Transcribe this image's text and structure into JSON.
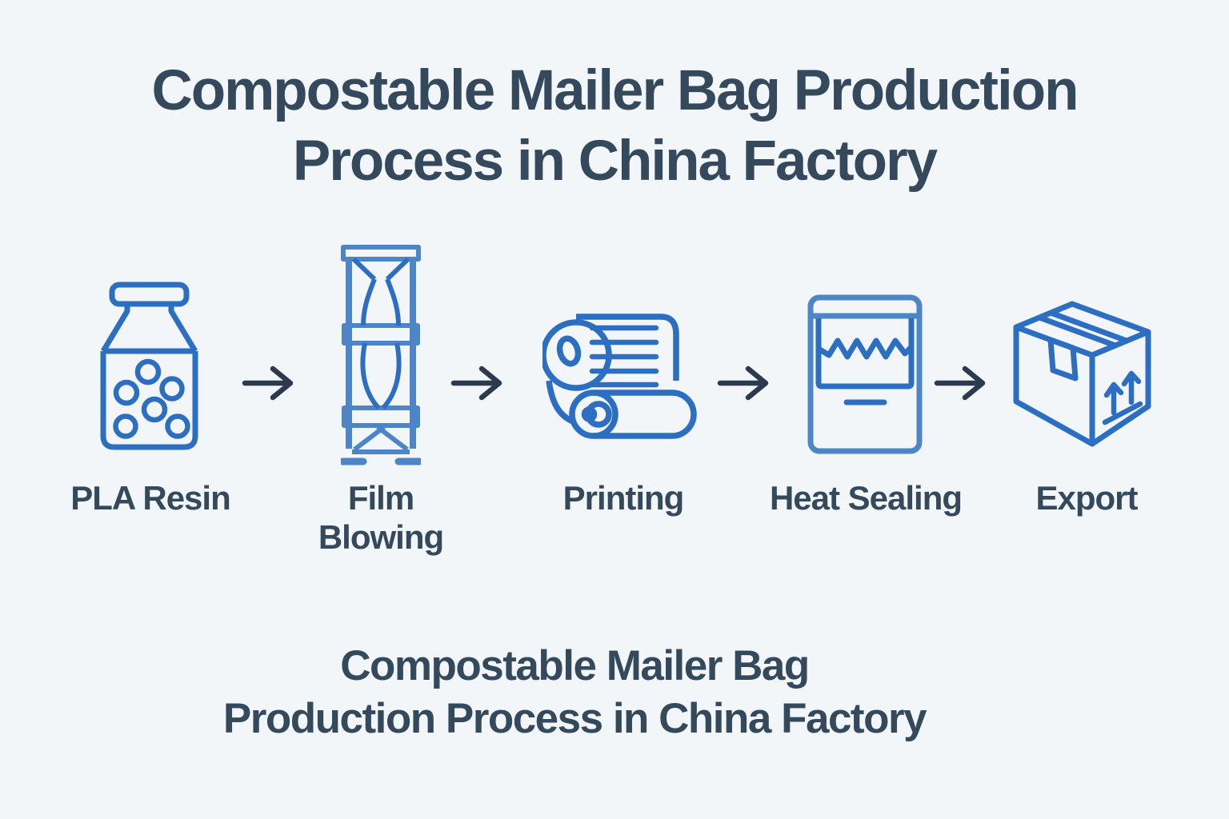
{
  "title": {
    "line1": "Compostable Mailer Bag Production",
    "line2": "Process in China Factory"
  },
  "steps": [
    {
      "label": "PLA Resin",
      "icon": "pla-resin-jar-icon"
    },
    {
      "label": "Film Blowing",
      "icon": "film-blowing-tower-icon"
    },
    {
      "label": "Printing",
      "icon": "printing-rolls-icon"
    },
    {
      "label": "Heat Sealing",
      "icon": "heat-sealing-machine-icon"
    },
    {
      "label": "Export",
      "icon": "export-carton-icon"
    }
  ],
  "arrows": {
    "glyph": "→",
    "count": 4
  },
  "caption": {
    "line1": "Compostable Mailer Bag",
    "line2": "Production Process in China Factory"
  },
  "colors": {
    "background": "#f3f6f9",
    "icon_blue": "#2c6fc2",
    "icon_blue_light": "#4d86c6",
    "text_dark": "#344a5c",
    "arrow_dark": "#2b3b4d"
  }
}
